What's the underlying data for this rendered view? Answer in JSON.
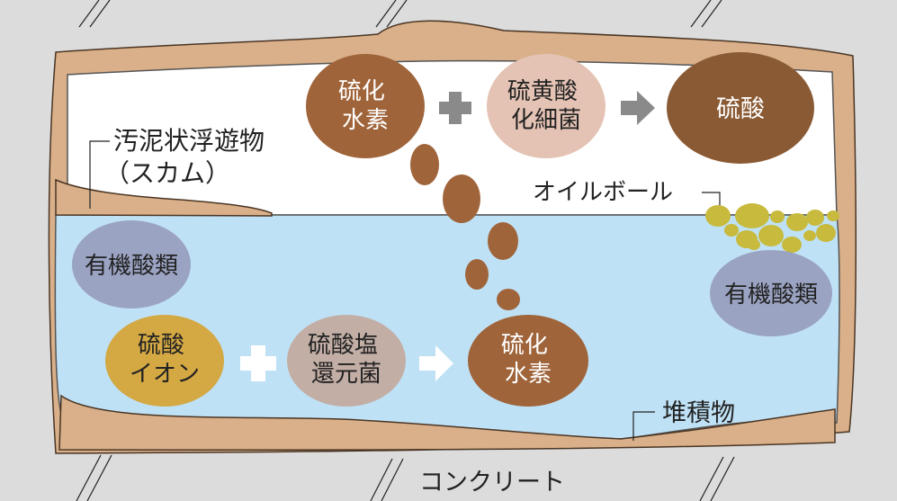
{
  "diagram": {
    "labels": {
      "scum_line1": "汚泥状浮遊物",
      "scum_line2": "（スカム）",
      "oil_ball": "オイルボール",
      "sediment": "堆積物",
      "concrete": "コンクリート"
    },
    "nodes": {
      "h2s_top": [
        "硫化",
        "水素"
      ],
      "sulfur_bacteria": [
        "硫黄酸",
        "化細菌"
      ],
      "sulfuric_acid": "硫酸",
      "organic_acids_left": "有機酸類",
      "organic_acids_right": "有機酸類",
      "sulfate_ion": [
        "硫酸",
        "イオン"
      ],
      "sulfate_reducing_bacteria": [
        "硫酸塩",
        "還元菌"
      ],
      "h2s_bottom": [
        "硫化",
        "水素"
      ]
    },
    "colors": {
      "background": "#dcdcdc",
      "concrete_crust": "#d9b089",
      "crust_outline": "#4a3524",
      "air": "#ffffff",
      "water": "#bfe1f5",
      "h2s": "#a0643a",
      "sulfur_bacteria": "#e4c3b4",
      "sulfuric_acid": "#8a5a34",
      "organic_acids": "#9aa3c2",
      "sulfate_ion": "#d4a843",
      "sulfate_reducing_bacteria": "#c2aea5",
      "oil": "#c7ba3d",
      "arrow_gray": "#8a8a8a",
      "arrow_white": "#ffffff"
    }
  }
}
